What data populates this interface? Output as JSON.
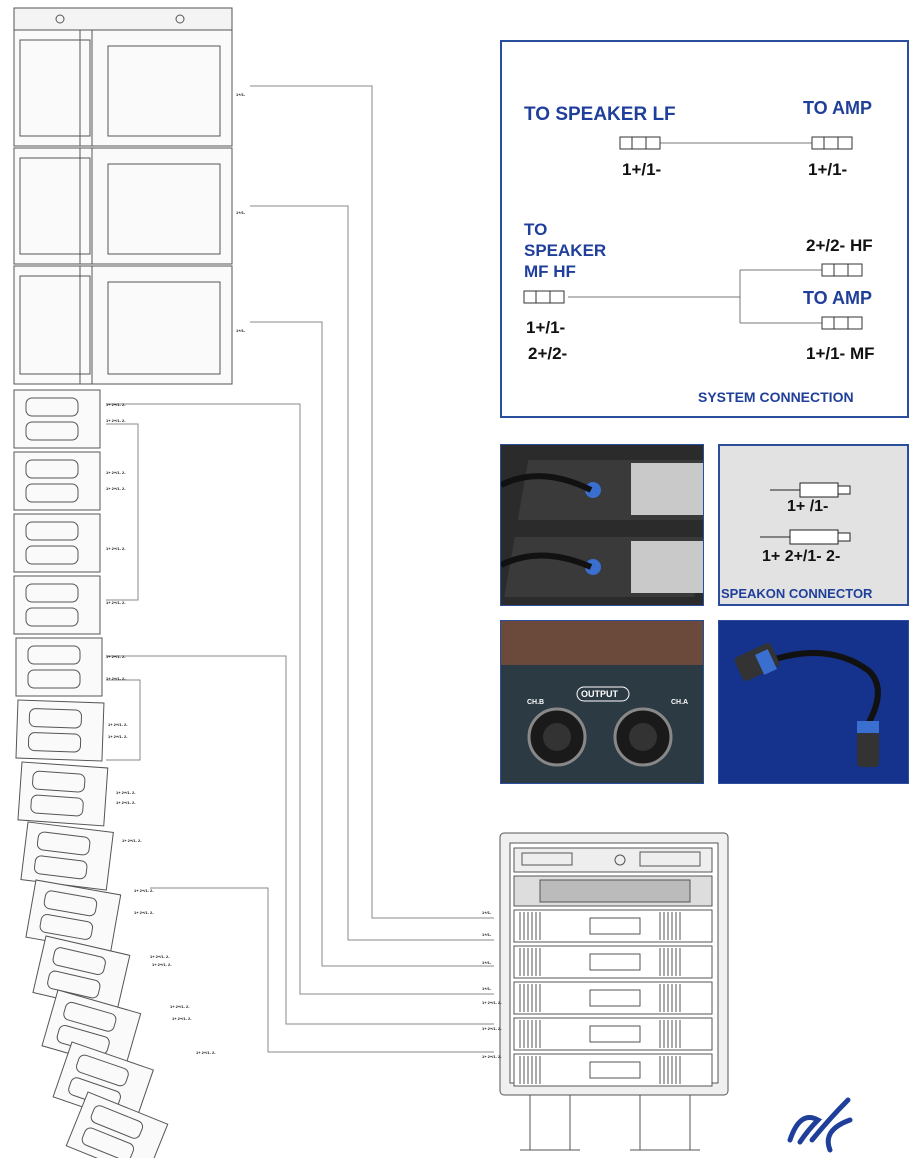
{
  "system_connection": {
    "to_speaker_lf": "TO SPEAKER LF",
    "to_amp_1": "TO AMP",
    "lf_pin_left": "1+/1-",
    "lf_pin_right": "1+/1-",
    "to_speaker_mfhf_line1": "TO",
    "to_speaker_mfhf_line2": "SPEAKER",
    "to_speaker_mfhf_line3": "MF HF",
    "hf_pin": "2+/2-  HF",
    "to_amp_2": "TO AMP",
    "mfhf_pin_1": "1+/1-",
    "mfhf_pin_2": "2+/2-",
    "mf_pin": "1+/1-  MF",
    "caption": "SYSTEM CONNECTION"
  },
  "speakon": {
    "pin_1": "1+ /1-",
    "pin_2": "1+ 2+/1- 2-",
    "caption": "SPEAKON CONNECTOR"
  },
  "amp_photo": {
    "output_label": "OUTPUT",
    "ch_b": "CH.B",
    "ch_a": "CH.A"
  },
  "cable_tags": {
    "sub": "1+/1-",
    "line": "1+ 2+/1- 2-"
  },
  "colors": {
    "accent_blue": "#1f3f9a",
    "panel_border": "#2a4d9c",
    "connector_blue": "#3a6fd0",
    "photo_dark": "#2a2a2a",
    "cable_bg_blue": "#15338c"
  }
}
